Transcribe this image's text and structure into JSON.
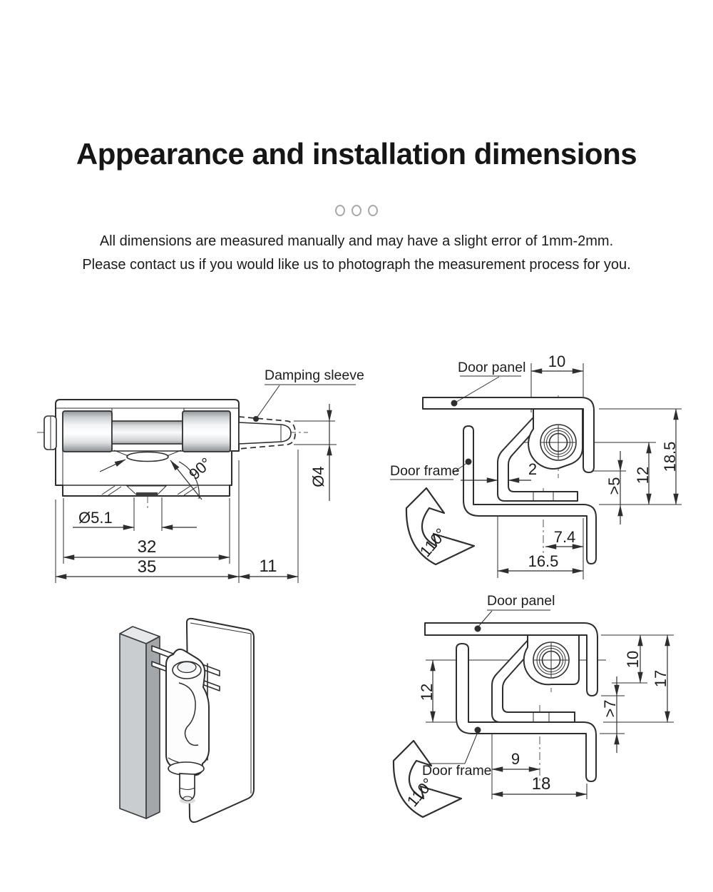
{
  "header": {
    "title": "Appearance and installation dimensions",
    "note1": "All dimensions are measured manually and may have a slight error of 1mm-2mm.",
    "note2": "Please contact us if you would like us to photograph the measurement process for you.",
    "carousel_dot_count": 3
  },
  "drawings": {
    "hinge": {
      "damping_sleeve": "Damping sleeve",
      "dia4": "Ø4",
      "angle90": "90°",
      "dia51": "Ø5.1",
      "dim32": "32",
      "dim35": "35",
      "dim11": "11"
    },
    "top_section": {
      "door_panel": "Door panel",
      "door_frame": "Door frame",
      "dim10": "10",
      "dim18_5": "18.5",
      "dim12": "12",
      "gt5": ">5",
      "dim2": "2",
      "dim7_4": "7.4",
      "dim16_5": "16.5",
      "angle110": "110°"
    },
    "bottom_section": {
      "door_panel": "Door panel",
      "door_frame": "Door frame",
      "dim10": "10",
      "dim17": "17",
      "dim12": "12",
      "gt7": ">7",
      "dim9": "9",
      "dim18": "18",
      "angle110": "110°"
    }
  },
  "colors": {
    "line": "#2e2e2e",
    "label_text": "#1d1d1d",
    "dot_border": "#a8a8a8",
    "frame_face_gray": "#c9cdcf",
    "frame_top_gray": "#e6e8e9",
    "frame_inner_gray": "#a3a7aa",
    "hatch_dark": "#3f3f3f"
  }
}
